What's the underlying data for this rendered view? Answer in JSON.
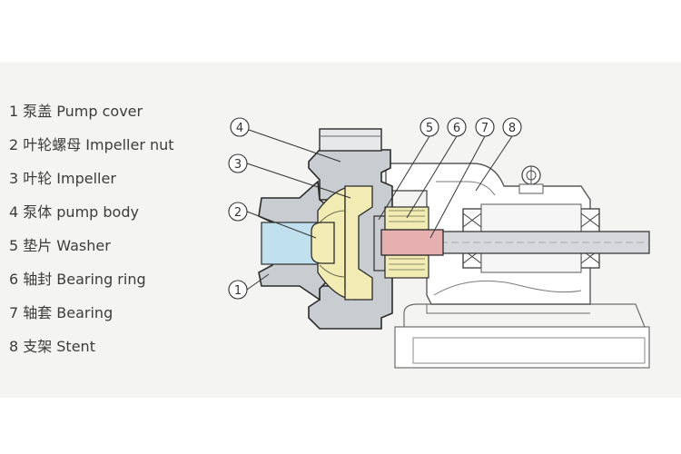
{
  "legend": {
    "items": [
      {
        "number": "1",
        "label": "泵盖 Pump cover"
      },
      {
        "number": "2",
        "label": "叶轮螺母 Impeller nut"
      },
      {
        "number": "3",
        "label": "叶轮 Impeller"
      },
      {
        "number": "4",
        "label": "泵体 pump body"
      },
      {
        "number": "5",
        "label": "垫片 Washer"
      },
      {
        "number": "6",
        "label": "轴封 Bearing ring"
      },
      {
        "number": "7",
        "label": "轴套 Bearing"
      },
      {
        "number": "8",
        "label": "支架 Stent"
      }
    ]
  },
  "diagram": {
    "callouts": [
      "1",
      "2",
      "3",
      "4",
      "5",
      "6",
      "7",
      "8"
    ],
    "colors": {
      "casing": "#c9cdd1",
      "impeller": "#f2ecb4",
      "inlet": "#bfe0ec",
      "sleeve": "#e7b0b0",
      "shaft": "#d6d8db",
      "outline": "#2b2b2b",
      "panel": "#f4f4f2"
    }
  }
}
